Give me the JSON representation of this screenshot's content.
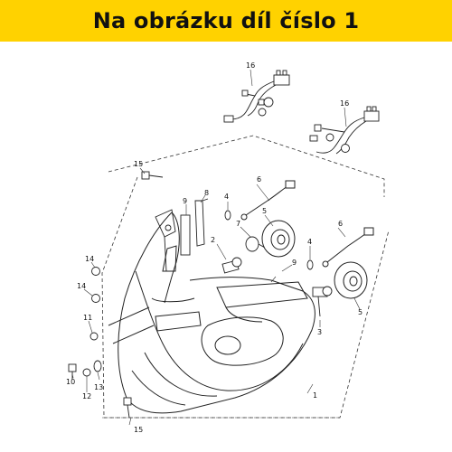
{
  "banner": {
    "text": "Na obrázku díl číslo 1",
    "background": "#ffd200",
    "text_color": "#111111"
  },
  "callouts": {
    "c1": "1",
    "c2": "2",
    "c3": "3",
    "c4a": "4",
    "c4b": "4",
    "c5a": "5",
    "c5b": "5",
    "c6a": "6",
    "c6b": "6",
    "c7": "7",
    "c8": "8",
    "c9a": "9",
    "c9b": "9",
    "c10": "10",
    "c11": "11",
    "c12": "12",
    "c13": "13",
    "c14a": "14",
    "c14b": "14",
    "c15a": "15",
    "c15b": "15",
    "c16a": "16",
    "c16b": "16"
  }
}
